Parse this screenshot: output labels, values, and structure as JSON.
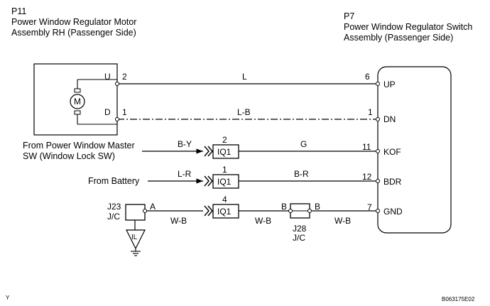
{
  "left_component": {
    "id": "P11",
    "name_line1": "Power Window Regulator Motor",
    "name_line2": "Assembly RH (Passenger Side)",
    "motor_symbol": "M",
    "terminals": [
      {
        "label": "U",
        "pin": "2"
      },
      {
        "label": "D",
        "pin": "1"
      }
    ]
  },
  "right_component": {
    "id": "P7",
    "name_line1": "Power Window Regulator Switch",
    "name_line2": "Assembly (Passenger Side)",
    "terminals": [
      {
        "pin": "6",
        "label": "UP"
      },
      {
        "pin": "1",
        "label": "DN"
      },
      {
        "pin": "11",
        "label": "KOF"
      },
      {
        "pin": "12",
        "label": "BDR"
      },
      {
        "pin": "7",
        "label": "GND"
      }
    ]
  },
  "wires": {
    "up": "L",
    "dn": "L-B",
    "kof_in": "B-Y",
    "kof_out": "G",
    "bdr_in": "L-R",
    "bdr_out": "B-R",
    "gnd_a": "W-B",
    "gnd_b": "W-B",
    "gnd_c": "W-B"
  },
  "sources": {
    "master_line1": "From Power Window Master",
    "master_line2": "SW (Window Lock SW)",
    "battery": "From Battery"
  },
  "connectors": [
    {
      "name": "IQ1",
      "pin": "2"
    },
    {
      "name": "IQ1",
      "pin": "1"
    },
    {
      "name": "IQ1",
      "pin": "4"
    }
  ],
  "junction_j23": {
    "name": "J23",
    "sub": "J/C",
    "pin": "A",
    "ground": "IL"
  },
  "junction_j28": {
    "name": "J28",
    "sub": "J/C",
    "pin_left": "B",
    "pin_right": "B"
  },
  "footer": {
    "left": "Y",
    "right": "B063175E02"
  }
}
